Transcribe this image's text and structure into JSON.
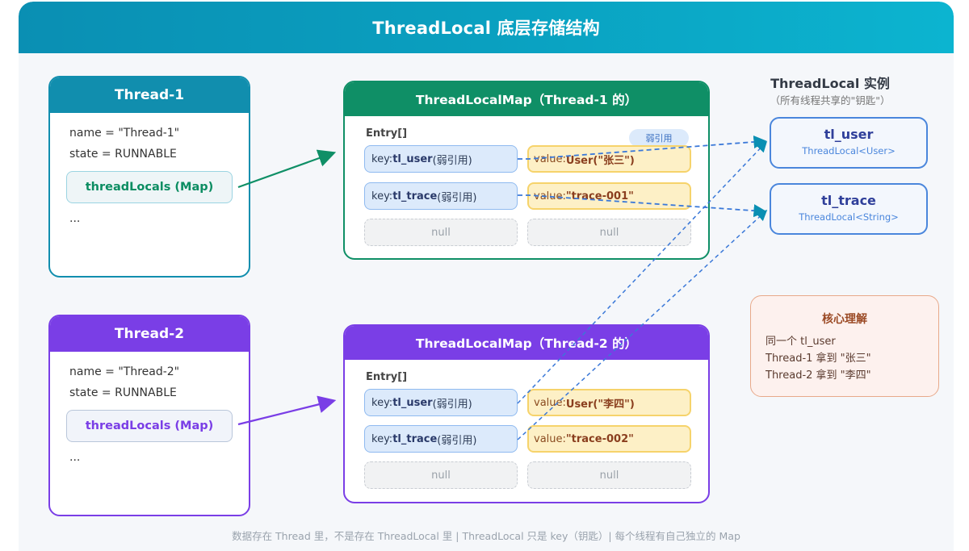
{
  "title": "ThreadLocal 底层存储结构",
  "threads": [
    {
      "header": "Thread-1",
      "name_line": "name = \"Thread-1\"",
      "state_line": "state = RUNNABLE",
      "field": "threadLocals (Map)",
      "ellipsis": "...",
      "color": "#118eae"
    },
    {
      "header": "Thread-2",
      "name_line": "name = \"Thread-2\"",
      "state_line": "state = RUNNABLE",
      "field": "threadLocals (Map)",
      "ellipsis": "...",
      "color": "#7a3ee6"
    }
  ],
  "maps": [
    {
      "header": "ThreadLocalMap（Thread-1 的）",
      "array_label": "Entry[]",
      "weak_ref_badge": "弱引用",
      "color": "#0f8f66",
      "entries": [
        {
          "key_prefix": "key: ",
          "key": "tl_user",
          "key_suffix": " (弱引用)",
          "value_prefix": "value: ",
          "value": "User(\"张三\")"
        },
        {
          "key_prefix": "key: ",
          "key": "tl_trace",
          "key_suffix": " (弱引用)",
          "value_prefix": "value: ",
          "value": "\"trace-001\""
        },
        {
          "key": "null",
          "value": "null"
        }
      ]
    },
    {
      "header": "ThreadLocalMap（Thread-2 的）",
      "array_label": "Entry[]",
      "color": "#7a3ee6",
      "entries": [
        {
          "key_prefix": "key: ",
          "key": "tl_user",
          "key_suffix": " (弱引用)",
          "value_prefix": "value: ",
          "value": "User(\"李四\")"
        },
        {
          "key_prefix": "key: ",
          "key": "tl_trace",
          "key_suffix": " (弱引用)",
          "value_prefix": "value: ",
          "value": "\"trace-002\""
        },
        {
          "key": "null",
          "value": "null"
        }
      ]
    }
  ],
  "instances": {
    "title": "ThreadLocal 实例",
    "subtitle": "（所有线程共享的\"钥匙\"）",
    "items": [
      {
        "name": "tl_user",
        "type": "ThreadLocal<User>"
      },
      {
        "name": "tl_trace",
        "type": "ThreadLocal<String>"
      }
    ]
  },
  "note": {
    "title": "核心理解",
    "lines": [
      "同一个 tl_user",
      "Thread-1 拿到 \"张三\"",
      "Thread-2 拿到 \"李四\""
    ]
  },
  "footer": "数据存在 Thread 里，不是存在 ThreadLocal 里 | ThreadLocal 只是 key（钥匙）| 每个线程有自己独立的 Map",
  "colors": {
    "banner": "#0aa0c0",
    "weak_ref_line": "#3a78d8",
    "arrowhead": "#0a8fb3"
  }
}
